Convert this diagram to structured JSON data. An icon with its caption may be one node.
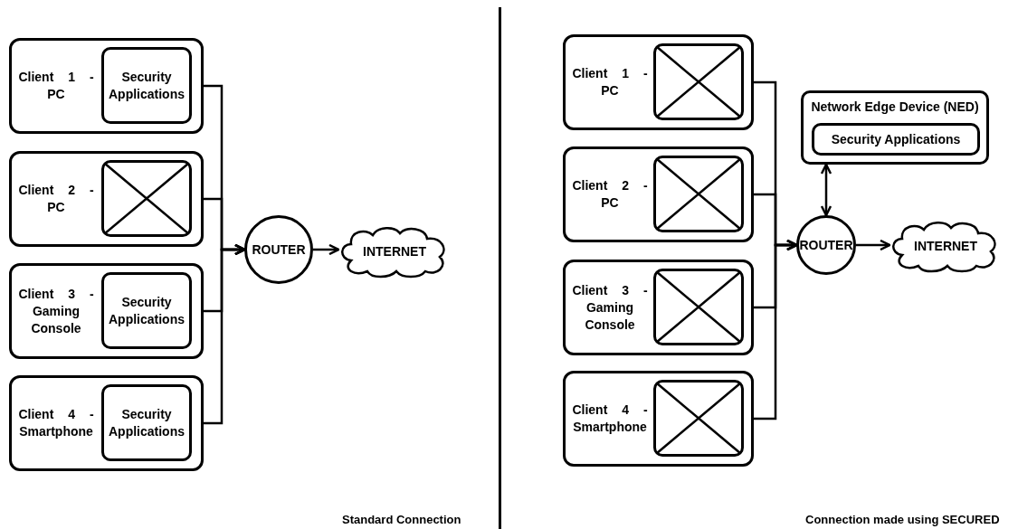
{
  "diagram": {
    "nodes": [
      {
        "text": [
          "Client 1 - PC"
        ]
      },
      {
        "text": [
          "Security Applications"
        ],
        "in": 0
      },
      {
        "text": [
          "Client 2 - PC"
        ]
      },
      {
        "text": [],
        "shape": "box",
        "in": 2
      },
      {
        "text": [
          "Client 3 - Gaming Console"
        ]
      },
      {
        "text": [
          "Security Applications"
        ],
        "in": 4
      },
      {
        "text": [
          "Client 4 - Smartphone"
        ]
      },
      {
        "text": [
          "Security Applications"
        ],
        "in": 6
      },
      {
        "text": [
          "ROUTER"
        ]
      },
      {
        "text": [
          "INTERNET"
        ]
      },
      {
        "text": [
          "Client 1 - PC"
        ]
      },
      {
        "text": [],
        "shape": "box",
        "in": 10
      },
      {
        "text": [
          "Client 2 - PC"
        ]
      },
      {
        "text": [],
        "shape": "box",
        "in": 12
      },
      {
        "text": [
          "Client 3 - Gaming Console"
        ]
      },
      {
        "text": [],
        "shape": "box",
        "in": 14
      },
      {
        "text": [
          "Client 4 - Smartphone"
        ]
      },
      {
        "text": [],
        "shape": "box",
        "in": 16
      },
      {
        "text": [
          "Network Edge Device (NED)"
        ]
      },
      {
        "text": [
          "Security Applications"
        ],
        "in": 18
      },
      {
        "text": [
          "ROUTER"
        ]
      },
      {
        "text": [
          "INTERNET"
        ]
      }
    ],
    "edges": [
      {
        "from": 0,
        "to": 8,
        "arrow": "to"
      },
      {
        "from": 2,
        "to": 8,
        "arrow": "to"
      },
      {
        "from": 4,
        "to": 8,
        "arrow": "to"
      },
      {
        "from": 6,
        "to": 8,
        "arrow": "to"
      },
      {
        "from": 8,
        "to": 9,
        "arrow": "to"
      },
      {
        "from": 10,
        "to": 20,
        "arrow": "to"
      },
      {
        "from": 12,
        "to": 20,
        "arrow": "to"
      },
      {
        "from": 14,
        "to": 20,
        "arrow": "to"
      },
      {
        "from": 16,
        "to": 20,
        "arrow": "to"
      },
      {
        "from": 20,
        "to": 21,
        "arrow": "to"
      },
      {
        "from": 18,
        "to": 20,
        "arrow": "both"
      }
    ],
    "labels": [
      "Standard Connection",
      "Connection made using SECURED"
    ]
  }
}
